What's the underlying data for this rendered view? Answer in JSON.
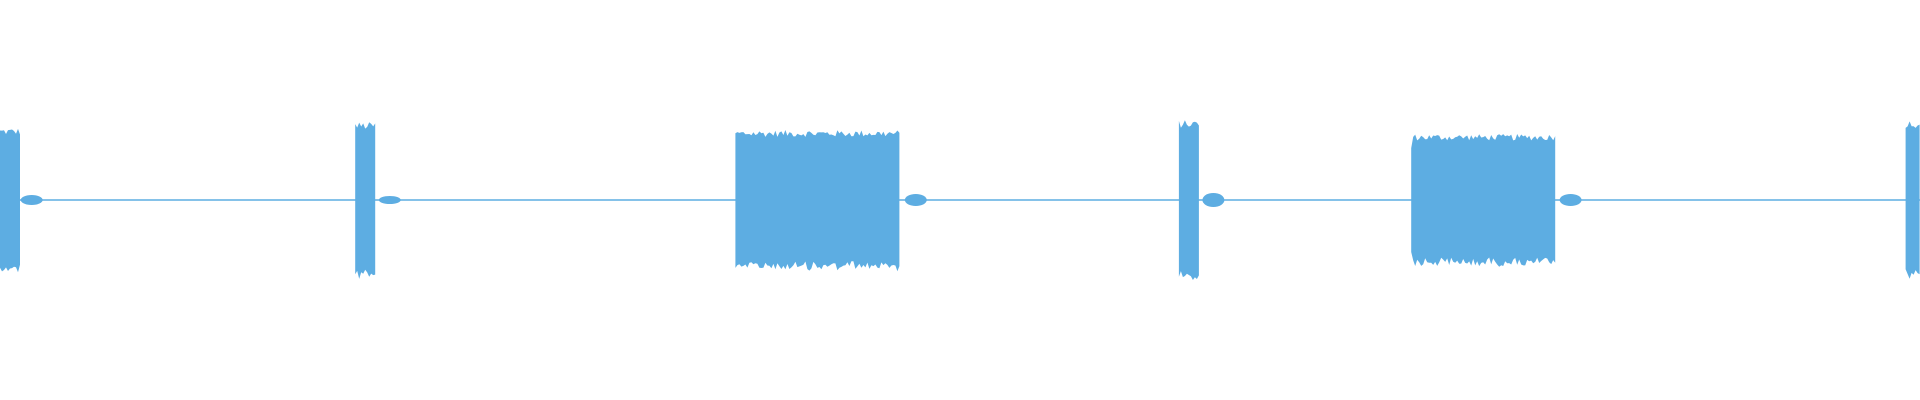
{
  "waveform": {
    "color": "#5dade2",
    "background": "#ffffff",
    "baseline_noise_amplitude": 0.01,
    "bursts": [
      {
        "start": 0.0,
        "end": 0.0105,
        "amplitude": 0.72,
        "shape": "block"
      },
      {
        "start": 0.185,
        "end": 0.196,
        "amplitude": 0.78,
        "shape": "block"
      },
      {
        "start": 0.383,
        "end": 0.469,
        "amplitude": 0.7,
        "shape": "block"
      },
      {
        "start": 0.614,
        "end": 0.625,
        "amplitude": 0.8,
        "shape": "block"
      },
      {
        "start": 0.735,
        "end": 0.811,
        "amplitude": 0.66,
        "shape": "rounded"
      },
      {
        "start": 0.9925,
        "end": 1.0,
        "amplitude": 0.8,
        "shape": "block"
      }
    ],
    "tails": [
      {
        "at": 0.0165,
        "amplitude": 0.05
      },
      {
        "at": 0.203,
        "amplitude": 0.04
      },
      {
        "at": 0.477,
        "amplitude": 0.06
      },
      {
        "at": 0.632,
        "amplitude": 0.07
      },
      {
        "at": 0.818,
        "amplitude": 0.06
      }
    ]
  }
}
